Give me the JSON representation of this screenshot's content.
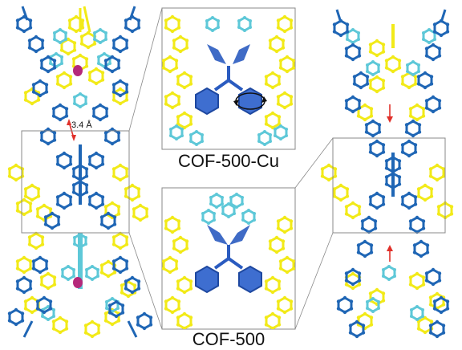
{
  "figure": {
    "distance_label": "3.4 Å",
    "caption_top": "COF-500-Cu",
    "caption_bottom": "COF-500"
  },
  "colors": {
    "dark_blue": "#1f66b5",
    "light_blue": "#5ec8d8",
    "yellow": "#f2ea18",
    "copper": "#b5287a",
    "arrow_red": "#e0302a",
    "frame_gray": "#888888"
  }
}
